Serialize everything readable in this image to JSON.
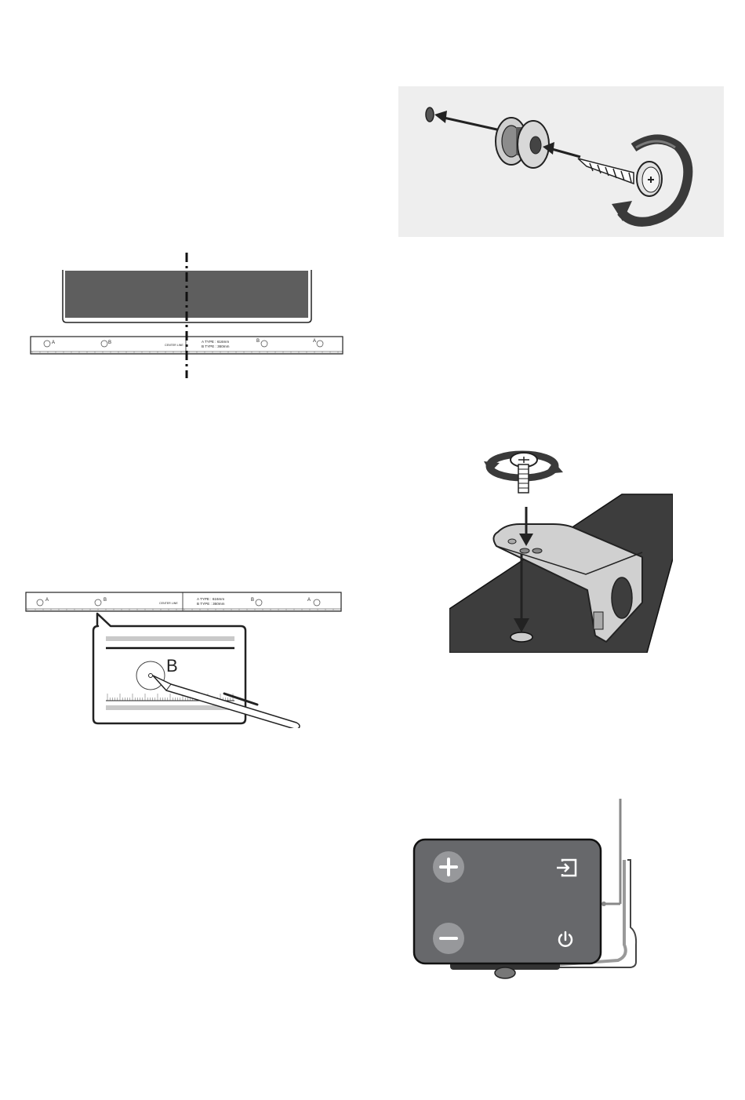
{
  "template": {
    "label_a": "A",
    "label_b": "B",
    "center_line": "CENTER LINE",
    "a_type": "A TYPE : 616mm",
    "b_type": "B TYPE : 360mm"
  },
  "zoom": {
    "label": "B"
  },
  "colors": {
    "panel_bg": "#eeeeee",
    "tv_screen": "#5e5e5e",
    "bar_dark": "#3f3f3f",
    "control_panel": "#67686b",
    "button_circle": "#97989b",
    "stroke": "#222222"
  },
  "icons": {
    "volume_up": "plus-icon",
    "volume_down": "minus-icon",
    "source": "input-source-icon",
    "power": "power-icon"
  }
}
